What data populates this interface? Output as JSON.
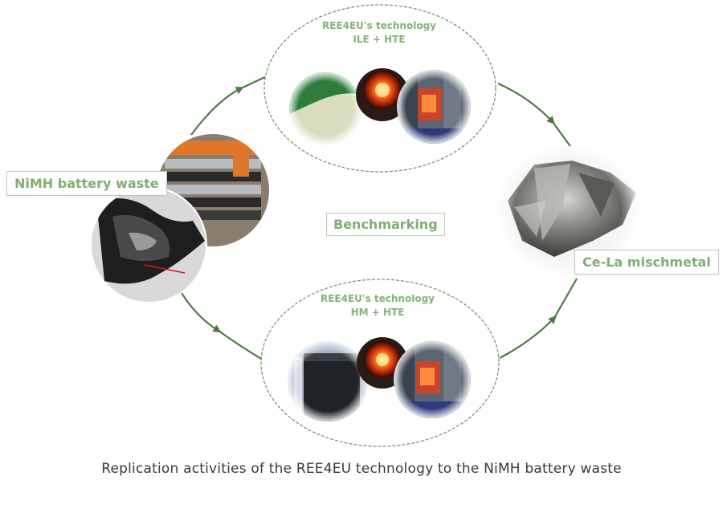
{
  "labels": {
    "source": "NiMH battery waste",
    "center": "Benchmarking",
    "product": "Ce-La mischmetal"
  },
  "top_process": {
    "line1": "REE4EU's technology",
    "line2": "ILE + HTE"
  },
  "bottom_process": {
    "line1": "REE4EU's technology",
    "line2": "HM + HTE"
  },
  "caption": "Replication activities of the REE4EU technology to the NiMH battery waste",
  "colors": {
    "accent_green": "#7fae72",
    "arrow_green": "#4f7a45",
    "ellipse_border": "#6f8f64",
    "caption": "#3a3a3a"
  }
}
